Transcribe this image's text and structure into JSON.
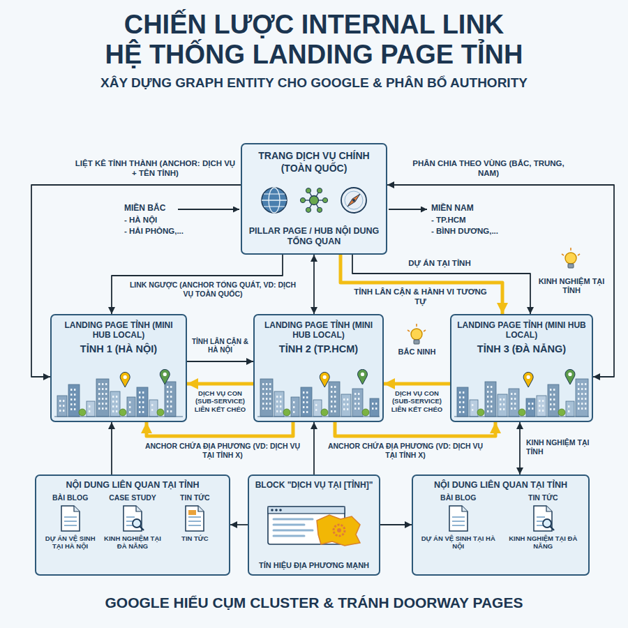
{
  "diagram": {
    "title": "CHIẾN LƯỢC INTERNAL LINK HỆ THỐNG LANDING PAGE TỈNH",
    "caption": "GOOGLE HIỂU CỤM CLUSTER & TRÁNH DOORWAY PAGES",
    "nodes": [
      {
        "text": [
          "TRANG DỊCH VỤ CHÍNH (TOÀN QUỐC)",
          "PILLAR PAGE / HUB NỘI DUNG TỔNG QUAN"
        ]
      },
      {
        "text": [
          "LANDING PAGE TỈNH (MINI HUB LOCAL)",
          "TỈNH 1 (HÀ NỘI)"
        ]
      },
      {
        "text": [
          "LANDING PAGE TỈNH (MINI HUB LOCAL)",
          "TỈNH 2 (TP.HCM)"
        ]
      },
      {
        "text": [
          "LANDING PAGE TỈNH (MINI HUB LOCAL)",
          "TỈNH 3 (ĐÀ NẴNG)"
        ]
      },
      {
        "text": [
          "NỘI DUNG LIÊN QUAN TẠI TỈNH",
          "BÀI BLOG",
          "CASE STUDY",
          "TIN TỨC",
          "DỰ ÁN VỆ SINH TẠI HÀ NỘI",
          "KINH NGHIỆM TẠI ĐÀ NẴNG",
          "TIN TỨC"
        ]
      },
      {
        "text": [
          "BLOCK \"DỊCH VỤ TẠI [TỈNH]\"",
          "TÍN HIỆU ĐỊA PHƯƠNG MẠNH"
        ]
      },
      {
        "text": [
          "NỘI DUNG LIÊN QUAN TẠI TỈNH",
          "BÀI BLOG",
          "TIN TỨC",
          "DỰ ÁN VỆ SINH TẠI HÀ NỘI",
          "KINH NGHIỆM TẠI ĐÀ NẴNG"
        ]
      }
    ],
    "edges": [
      {
        "from": 0,
        "to": 1,
        "arrow": "to",
        "label": "LIỆT KÊ TỈNH THÀNH (ANCHOR: DỊCH VỤ + TÊN TỈNH)"
      },
      {
        "from": 0,
        "to": 3,
        "arrow": "both",
        "label": "PHÂN CHIA THEO VÙNG (BẮC, TRUNG, NAM)"
      },
      {
        "from": 0,
        "to": 2,
        "arrow": "both"
      },
      {
        "from": 0,
        "to": 1,
        "arrow": "to",
        "label": "LINK NGƯỢC (ANCHOR TỔNG QUÁT, VD: DỊCH VỤ TOÀN QUỐC)"
      },
      {
        "from": 0,
        "to": 3,
        "arrow": "to",
        "label": "DỰ ÁN TẠI TỈNH"
      },
      {
        "from": 0,
        "to": 3,
        "arrow": "to",
        "label": "TỈNH LÂN CẬN & HÀNH VI TƯƠNG TỰ"
      },
      {
        "from": 1,
        "to": 2,
        "arrow": "to",
        "label": "TỈNH LÂN CẬN & HÀ NỘI"
      },
      {
        "from": 2,
        "to": 1,
        "arrow": "to",
        "label": "DỊCH VỤ CON (SUB-SERVICE) LIÊN KẾT CHÉO"
      },
      {
        "from": 3,
        "to": 2,
        "arrow": "to",
        "label": "DỊCH VỤ CON (SUB-SERVICE) LIÊN KẾT CHÉO"
      },
      {
        "from": 2,
        "to": 1,
        "arrow": "to",
        "label": "ANCHOR CHỨA ĐỊA PHƯƠNG (VD: DỊCH VỤ TẠI TỈNH X)"
      },
      {
        "from": 2,
        "to": 3,
        "arrow": "to",
        "label": "ANCHOR CHỨA ĐỊA PHƯƠNG (VD: DỊCH VỤ TẠI TỈNH X)"
      },
      {
        "from": 4,
        "to": 1,
        "arrow": "to"
      },
      {
        "from": 5,
        "to": 2,
        "arrow": "to"
      },
      {
        "from": 5,
        "to": 4,
        "arrow": "to"
      },
      {
        "from": 5,
        "to": 6,
        "arrow": "to"
      },
      {
        "from": 6,
        "to": 3,
        "arrow": "both",
        "label": "KINH NGHIỆM TẠI TỈNH"
      }
    ],
    "labels": [
      "XÂY DỰNG GRAPH ENTITY CHO GOOGLE & PHÂN BỔ AUTHORITY",
      "MIỀN BẮC",
      "- HÀ NỘI",
      "- HẢI PHÒNG,...",
      "MIỀN NAM",
      "- TP.HCM",
      "- BÌNH DƯƠNG,...",
      "KINH NGHIỆM TẠI TỈNH",
      "BẮC NINH"
    ]
  }
}
